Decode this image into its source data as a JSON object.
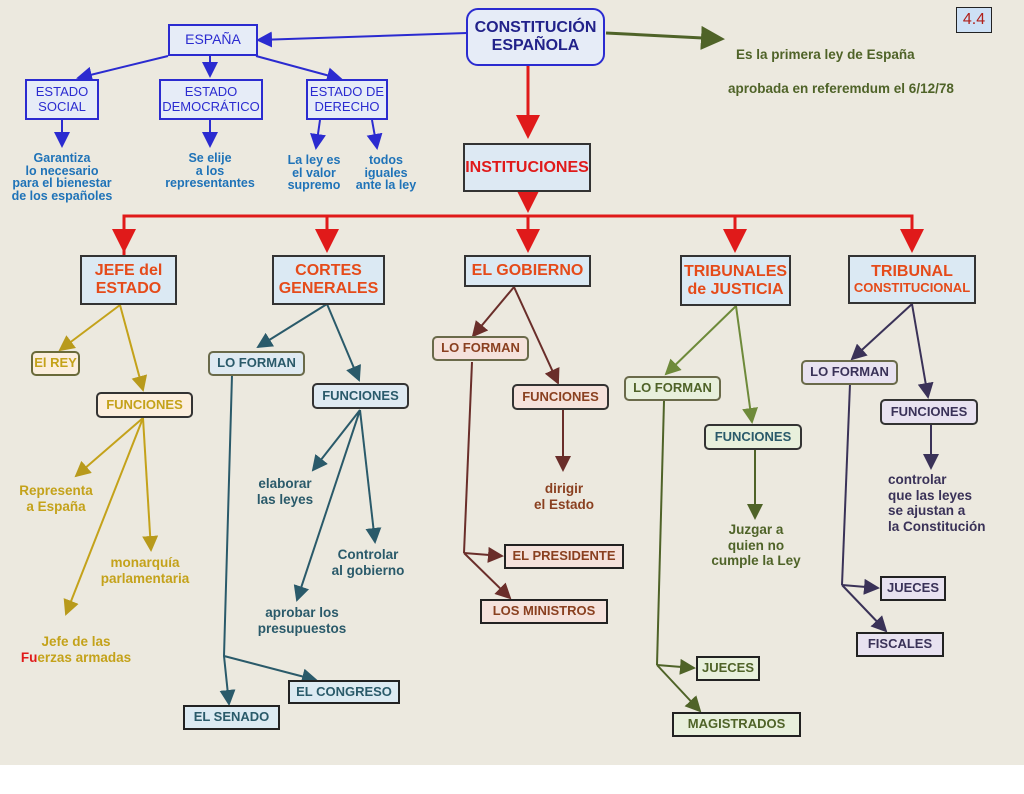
{
  "badge": "4.4",
  "root": {
    "line1": "CONSTITUCIÓN",
    "line2": "ESPAÑOLA"
  },
  "note": {
    "line1": "Es la primera ley de España",
    "line2": "aprobada en referemdum el 6/12/78"
  },
  "espana": {
    "label": "ESPAÑA",
    "children": [
      {
        "label": "ESTADO\nSOCIAL",
        "leaves": [
          "Garantiza\nlo necesario\npara el bienestar\nde los españoles"
        ]
      },
      {
        "label": "ESTADO\nDEMOCRÁTICO",
        "leaves": [
          "Se elije\na los\nrepresentantes"
        ]
      },
      {
        "label": "ESTADO DE\nDERECHO",
        "leaves": [
          "La ley es\nel valor\nsupremo",
          "todos\niguales\nante la ley"
        ]
      }
    ]
  },
  "instituciones": {
    "label": "INSTITUCIONES",
    "branches": [
      {
        "label": "JEFE del\nESTADO",
        "rey": "El REY",
        "funciones": "FUNCIONES",
        "items": [
          "Representa\na España",
          "monarquía\nparlamentaria"
        ],
        "fuerzas_prefix": "Jefe de las\n",
        "fuerzas_highlight": "Fu",
        "fuerzas_rest": "erzas armadas"
      },
      {
        "label": "CORTES\nGENERALES",
        "lo_forman": "LO FORMAN",
        "funciones": "FUNCIONES",
        "funciones_items": [
          "elaborar\nlas leyes",
          "Controlar\nal gobierno",
          "aprobar los\npresupuestos"
        ],
        "miembros": [
          "EL CONGRESO",
          "EL SENADO"
        ]
      },
      {
        "label": "EL GOBIERNO",
        "lo_forman": "LO FORMAN",
        "funciones": "FUNCIONES",
        "funciones_items": [
          "dirigir\nel Estado"
        ],
        "miembros": [
          "EL PRESIDENTE",
          "LOS MINISTROS"
        ]
      },
      {
        "label": "TRIBUNALES\nde JUSTICIA",
        "lo_forman": "LO FORMAN",
        "funciones": "FUNCIONES",
        "funciones_items": [
          "Juzgar a\nquien no\ncumple la Ley"
        ],
        "miembros": [
          "JUECES",
          "MAGISTRADOS"
        ]
      },
      {
        "label_line1": "TRIBUNAL",
        "label_line2": "CONSTITUCIONAL",
        "lo_forman": "LO FORMAN",
        "funciones": "FUNCIONES",
        "funciones_items": [
          "controlar\nque las leyes\nse ajustan a\n la Constitución"
        ],
        "miembros": [
          "JUECES",
          "FISCALES"
        ]
      }
    ]
  },
  "colors": {
    "blue": "#2b2bd0",
    "red": "#e01a1a",
    "olive": "#5a6e2e",
    "gold": "#c4a21a",
    "teal": "#2a5a6a",
    "brown": "#6a2e2a",
    "green": "#6e8a3a",
    "purple": "#3a3258"
  }
}
